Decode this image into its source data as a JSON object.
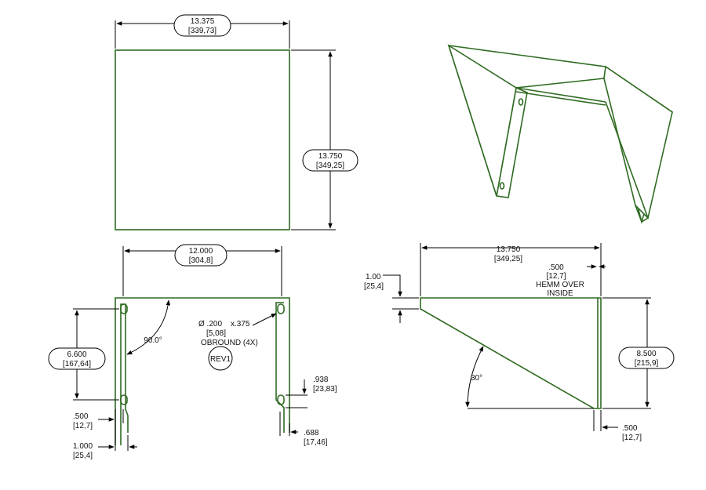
{
  "top_view": {
    "width_imperial": "13.375",
    "width_metric": "[339,73]",
    "height_imperial": "13.750",
    "height_metric": "[349,25]"
  },
  "front_view": {
    "width_imperial": "12.000",
    "width_metric": "[304,8]",
    "angle": "90.0°",
    "slot_span_imperial": "6.600",
    "slot_span_metric": "[167,64]",
    "hole_dia_imperial": "Ø .200",
    "hole_dia_metric": "[5,08]",
    "slot_length": "x.375",
    "slot_note": "OBROUND (4X)",
    "rev_bubble": "REV1",
    "edge_offset_imperial": ".500",
    "edge_offset_metric": "[12,7]",
    "flange_imperial": "1.000",
    "flange_metric": "[25,4]",
    "slot_height_imperial": ".938",
    "slot_height_metric": "[23,83]",
    "slot_offset_imperial": ".688",
    "slot_offset_metric": "[17,46]"
  },
  "side_view": {
    "width_imperial": "13.750",
    "width_metric": "[349,25]",
    "lip_imperial": "1.00",
    "lip_metric": "[25,4]",
    "hemm_imperial": ".500",
    "hemm_metric": "[12,7]",
    "hemm_note_1": "HEMM OVER",
    "hemm_note_2": "INSIDE",
    "angle": "30°",
    "height_imperial": "8.500",
    "height_metric": "[215,9]",
    "bottom_imperial": ".500",
    "bottom_metric": "[12,7]"
  },
  "colors": {
    "part_outline": "#2f6b22",
    "dimension": "#000000"
  }
}
